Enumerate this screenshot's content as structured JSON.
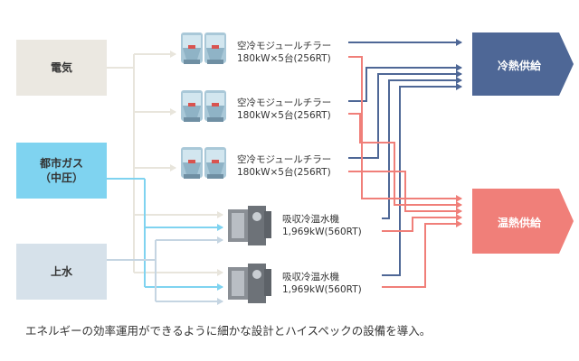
{
  "sources": {
    "electric": "電気",
    "gas": "都市ガス\n（中圧）",
    "water": "上水"
  },
  "chillers": [
    {
      "name": "空冷モジュールチラー",
      "spec": "180kW×5台(256RT)"
    },
    {
      "name": "空冷モジュールチラー",
      "spec": "180kW×5台(256RT)"
    },
    {
      "name": "空冷モジュールチラー",
      "spec": "180kW×5台(256RT)"
    }
  ],
  "absorption": [
    {
      "name": "吸収冷温水機",
      "spec": "1,969kW(560RT)"
    },
    {
      "name": "吸収冷温水機",
      "spec": "1,969kW(560RT)"
    }
  ],
  "outputs": {
    "cold": "冷熱供給",
    "hot": "温熱供給"
  },
  "caption": "エネルギーの効率運用ができるように細かな設計とハイスペックの設備を導入。",
  "colors": {
    "electric_line": "#e8e5dc",
    "gas_line": "#7fd3f0",
    "water_line": "#c5d5e2",
    "cold": "#4e6796",
    "hot": "#f07f79"
  }
}
